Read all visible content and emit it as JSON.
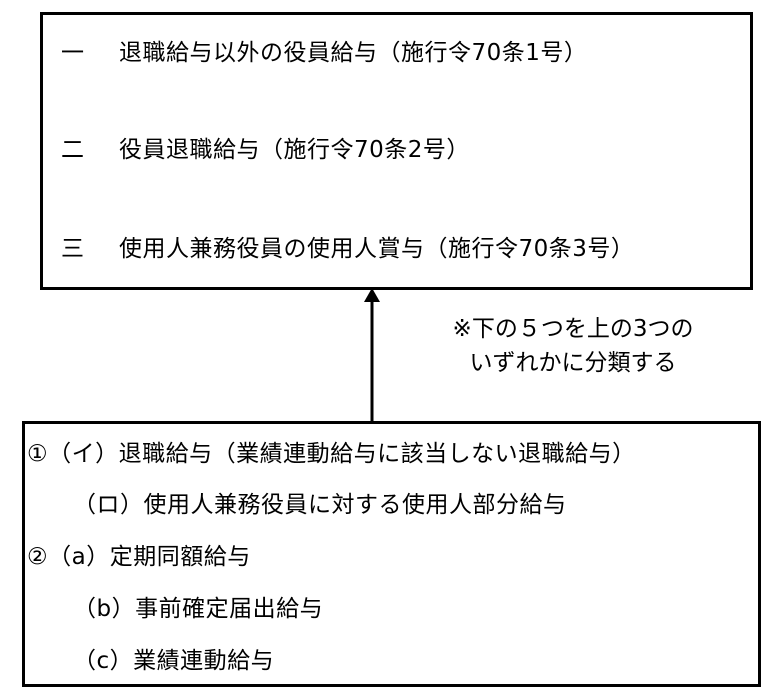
{
  "top_items": [
    {
      "num": "一",
      "text": "退職給与以外の役員給与（施行令70条1号）"
    },
    {
      "num": "二",
      "text": "役員退職給与（施行令70条2号）"
    },
    {
      "num": "三",
      "text": "使用人兼務役員の使用人賞与（施行令70条3号）"
    }
  ],
  "note": {
    "line1": "※下の５つを上の3つの",
    "line2": "いずれかに分類する"
  },
  "bottom_items": [
    "①（イ）退職給与（業績連動給与に該当しない退職給与）",
    "（ロ）使用人兼務役員に対する使用人部分給与",
    "②（a）定期同額給与",
    "（b）事前確定届出給与",
    "（c）業績連動給与"
  ]
}
